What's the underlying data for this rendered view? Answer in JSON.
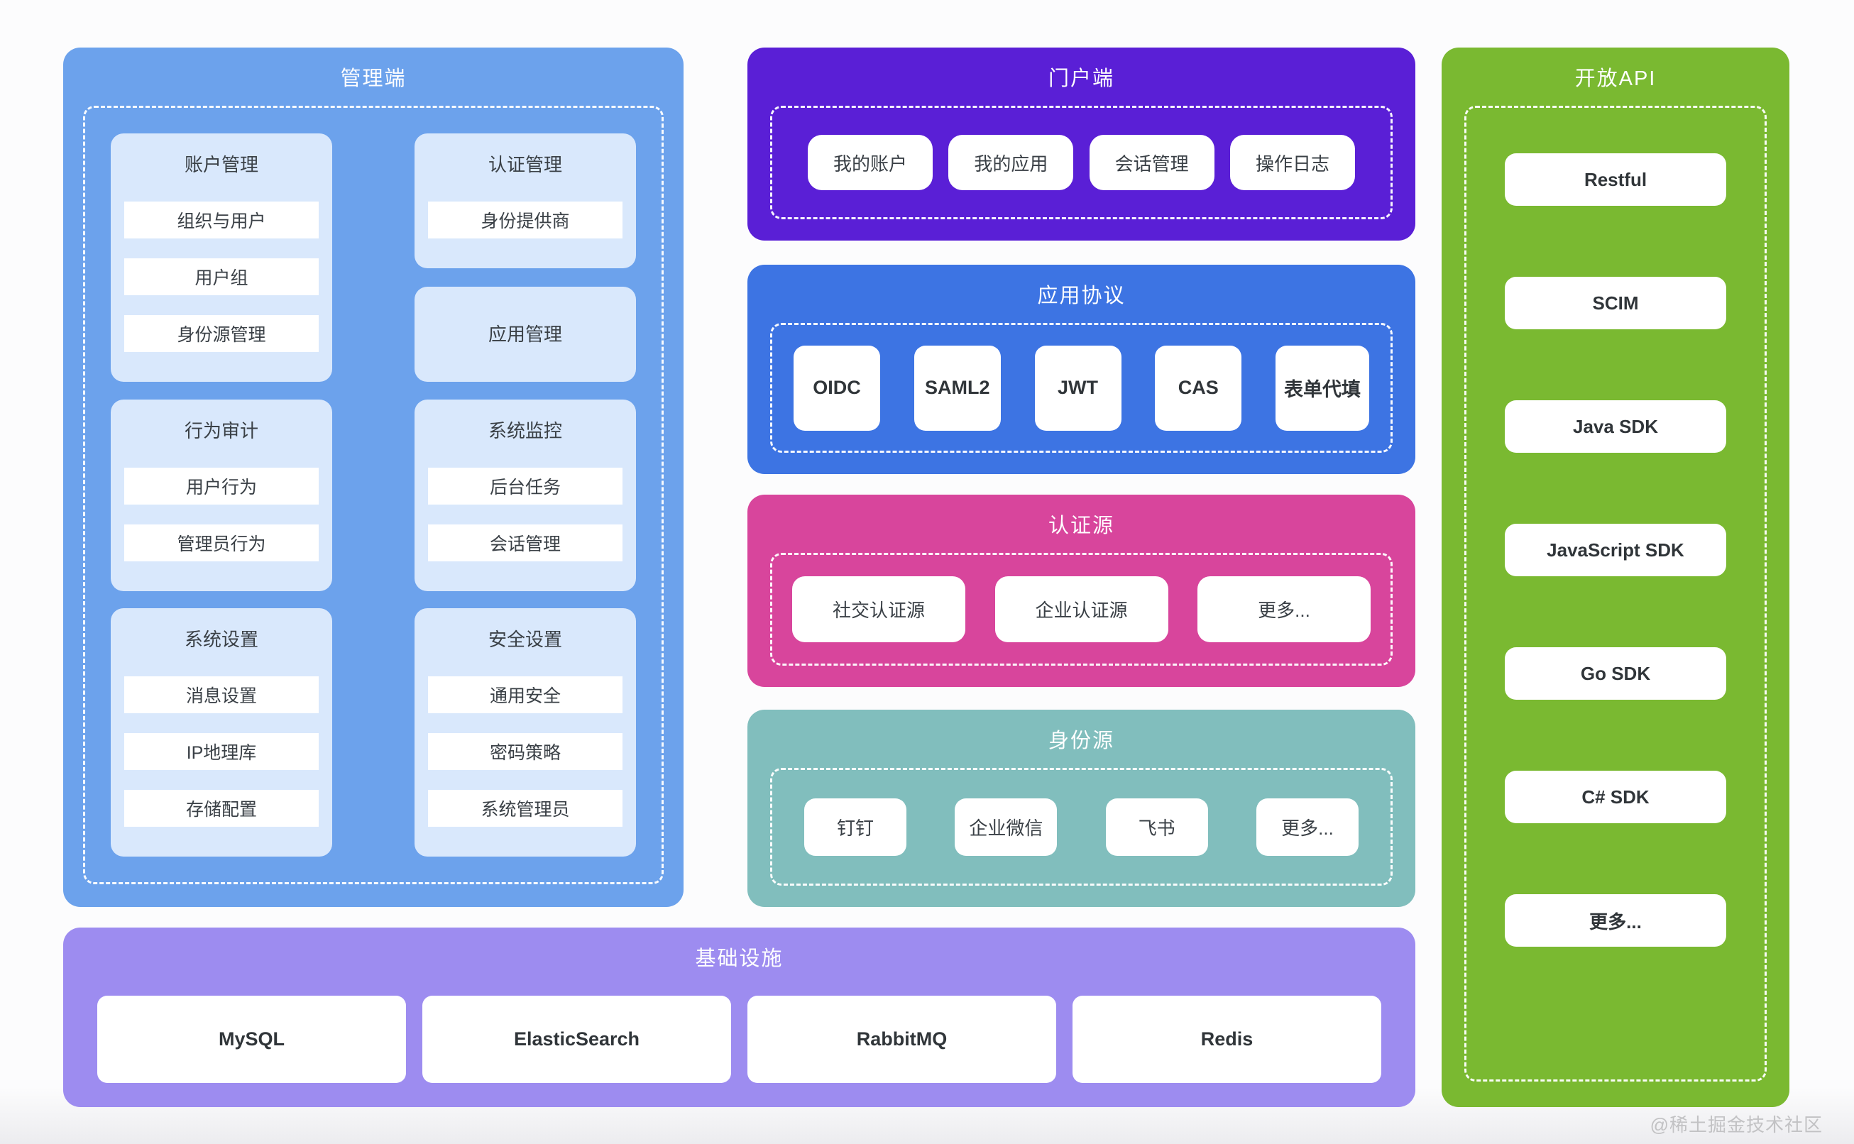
{
  "admin": {
    "title": "管理端",
    "col1": [
      {
        "title": "账户管理",
        "items": [
          "组织与用户",
          "用户组",
          "身份源管理"
        ]
      },
      {
        "title": "行为审计",
        "items": [
          "用户行为",
          "管理员行为"
        ]
      },
      {
        "title": "系统设置",
        "items": [
          "消息设置",
          "IP地理库",
          "存储配置"
        ]
      }
    ],
    "col2": [
      {
        "title": "认证管理",
        "items": [
          "身份提供商"
        ]
      },
      {
        "title": "应用管理"
      },
      {
        "title": "系统监控",
        "items": [
          "后台任务",
          "会话管理"
        ]
      },
      {
        "title": "安全设置",
        "items": [
          "通用安全",
          "密码策略",
          "系统管理员"
        ]
      }
    ]
  },
  "portal": {
    "title": "门户端",
    "chips": [
      "我的账户",
      "我的应用",
      "会话管理",
      "操作日志"
    ]
  },
  "protocols": {
    "title": "应用协议",
    "chips": [
      "OIDC",
      "SAML2",
      "JWT",
      "CAS",
      "表单代填"
    ]
  },
  "auth_sources": {
    "title": "认证源",
    "chips": [
      "社交认证源",
      "企业认证源",
      "更多..."
    ]
  },
  "identity_sources": {
    "title": "身份源",
    "chips": [
      "钉钉",
      "企业微信",
      "飞书",
      "更多..."
    ]
  },
  "infrastructure": {
    "title": "基础设施",
    "chips": [
      "MySQL",
      "ElasticSearch",
      "RabbitMQ",
      "Redis"
    ]
  },
  "open_api": {
    "title": "开放API",
    "cards": [
      "Restful",
      "SCIM",
      "Java SDK",
      "JavaScript SDK",
      "Go SDK",
      "C# SDK",
      "更多..."
    ]
  },
  "watermark": "@稀土掘金技术社区",
  "colors": {
    "admin_blue": "#6CA2EC",
    "admin_card_blue": "#D9E8FC",
    "portal_purple": "#5A1FD6",
    "protocol_blue": "#3D74E3",
    "auth_pink": "#D8459C",
    "identity_teal": "#81BEBD",
    "infra_lavender": "#9D8CF0",
    "api_green": "#7AB931"
  }
}
